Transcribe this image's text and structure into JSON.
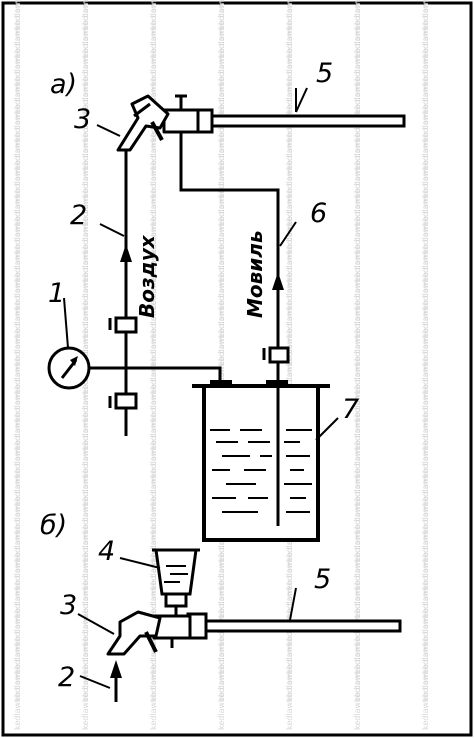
{
  "figure": {
    "section_a": "а)",
    "section_b": "б)",
    "labels": {
      "n1": "1",
      "n2": "2",
      "n3": "3",
      "n4": "4",
      "n5": "5",
      "n6": "6",
      "n7": "7",
      "n2b": "2",
      "n3b": "3",
      "n5b": "5"
    },
    "air_label": "Воздух",
    "mobil_label": "Мовиль",
    "watermark": "kedlaweb.com"
  }
}
